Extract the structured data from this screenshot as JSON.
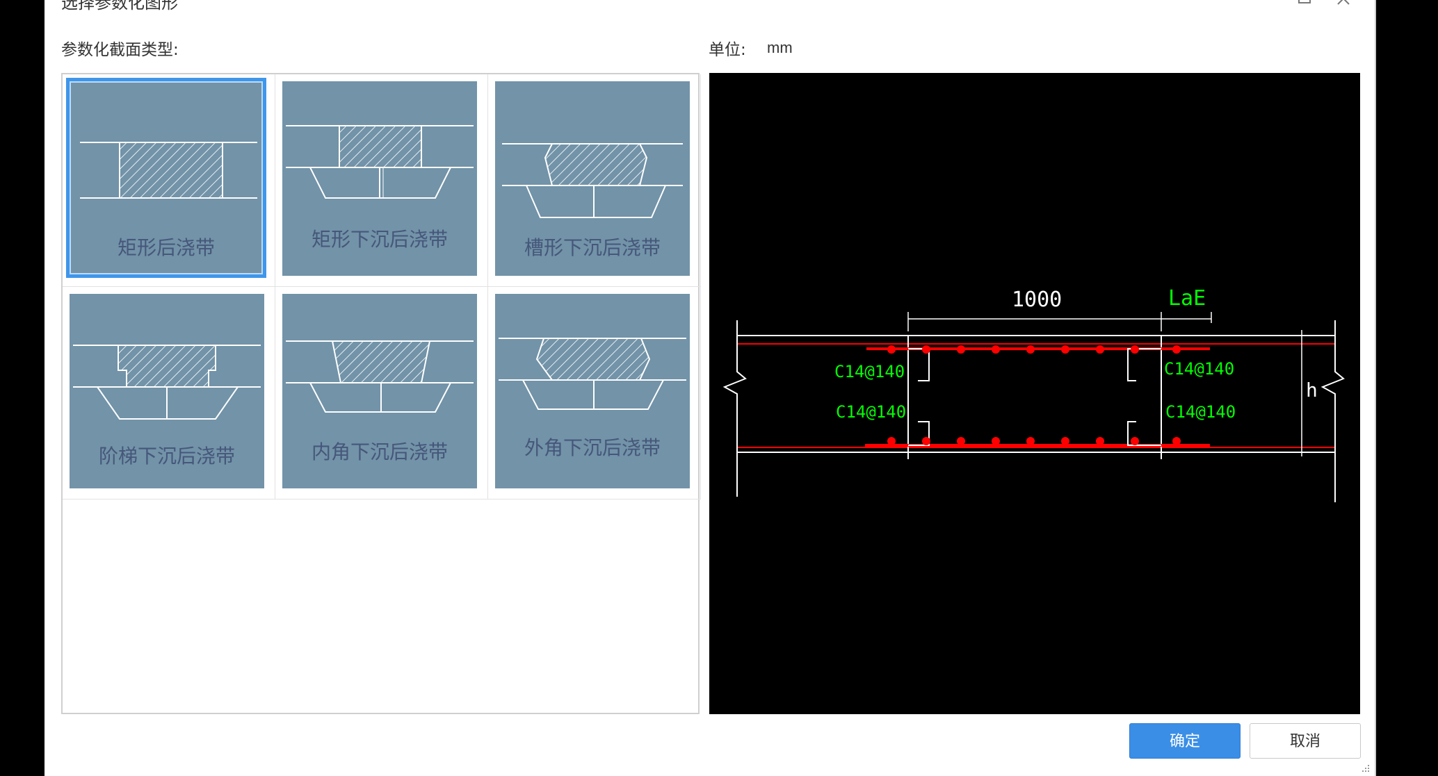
{
  "window": {
    "title": "选择参数化图形",
    "maximize_icon": "maximize-icon",
    "close_icon": "close-icon"
  },
  "section_label": "参数化截面类型:",
  "unit": {
    "label": "单位:",
    "value": "mm"
  },
  "shapes": [
    {
      "label": "矩形后浇带",
      "selected": true
    },
    {
      "label": "矩形下沉后浇带",
      "selected": false
    },
    {
      "label": "槽形下沉后浇带",
      "selected": false
    },
    {
      "label": "阶梯下沉后浇带",
      "selected": false
    },
    {
      "label": "内角下沉后浇带",
      "selected": false
    },
    {
      "label": "外角下沉后浇带",
      "selected": false
    }
  ],
  "preview": {
    "dimension_width": "1000",
    "dimension_anchor": "LaE",
    "rebar_top_left": "C14@140",
    "rebar_bottom_left": "C14@140",
    "rebar_top_right": "C14@140",
    "rebar_bottom_right": "C14@140",
    "dimension_height": "h",
    "colors": {
      "background": "#000000",
      "lines": "#ffffff",
      "rebar": "#ff0000",
      "text_green": "#00ff00"
    }
  },
  "buttons": {
    "ok": "确定",
    "cancel": "取消"
  }
}
